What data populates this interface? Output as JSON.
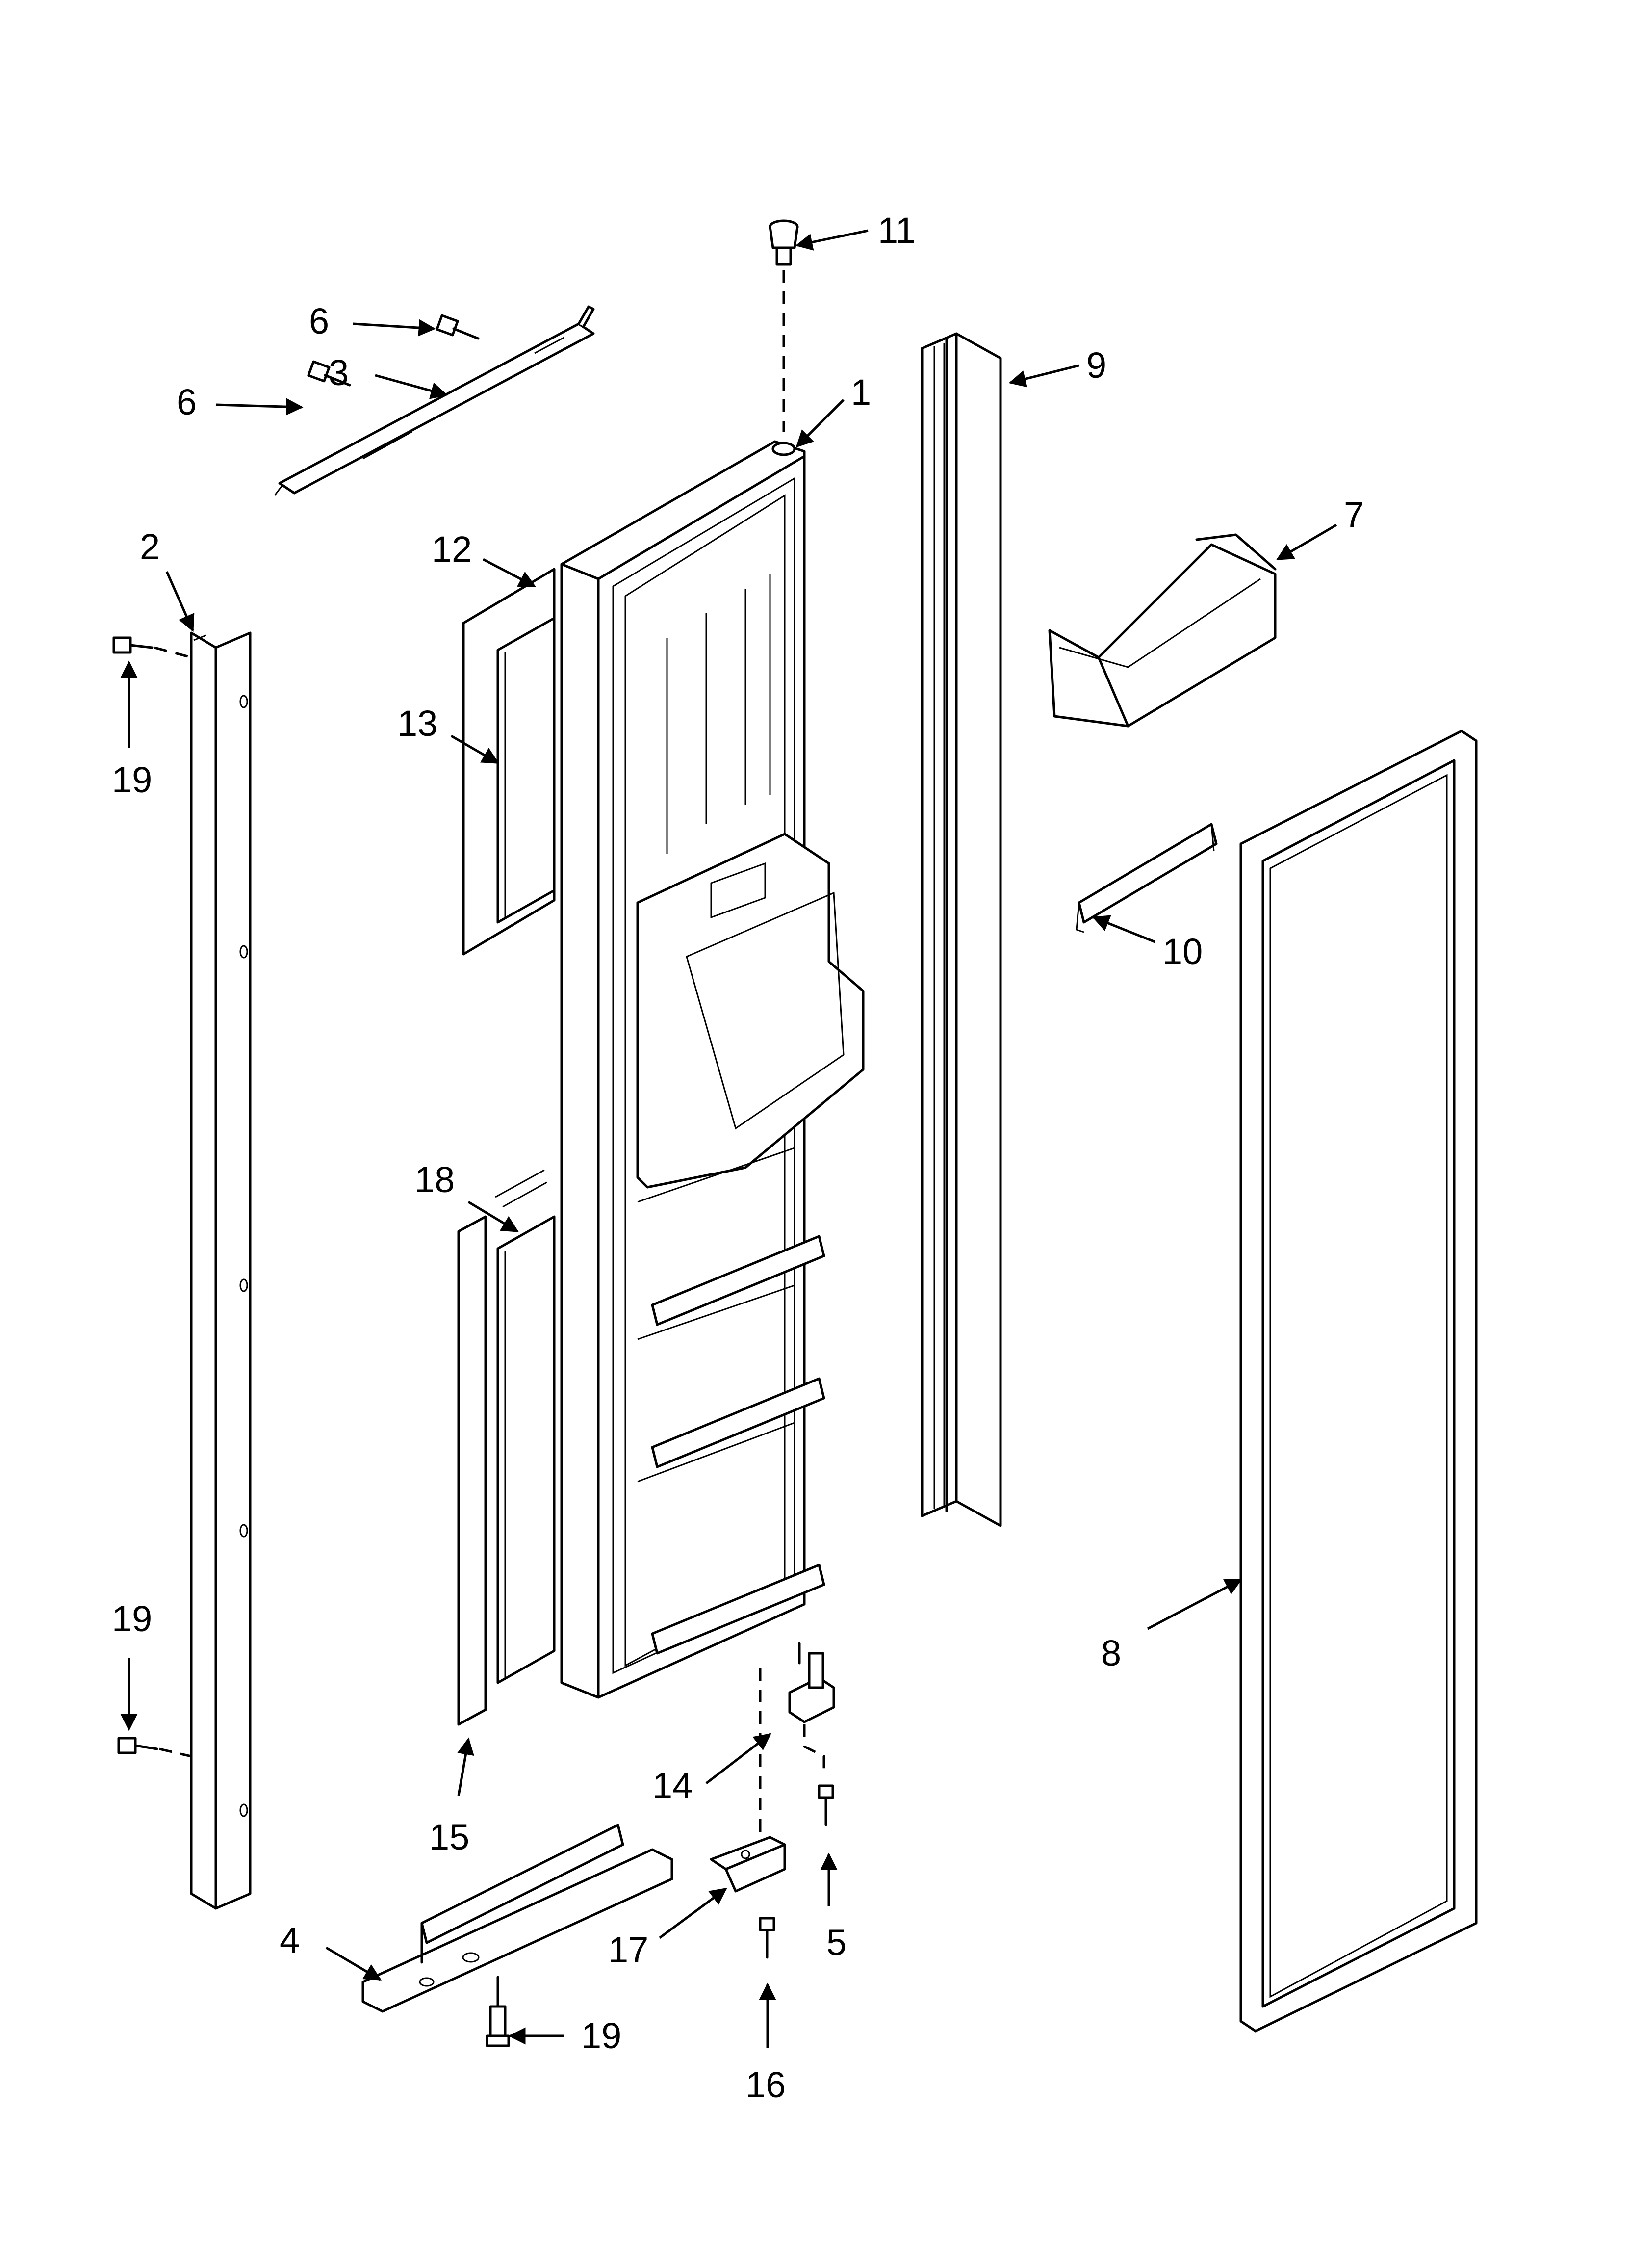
{
  "callouts": {
    "c1": "1",
    "c2": "2",
    "c3": "3",
    "c4": "4",
    "c5": "5",
    "c6a": "6",
    "c6b": "6",
    "c7": "7",
    "c8": "8",
    "c9": "9",
    "c10": "10",
    "c11": "11",
    "c12": "12",
    "c13": "13",
    "c14": "14",
    "c15": "15",
    "c16": "16",
    "c17": "17",
    "c18": "18",
    "c19a": "19",
    "c19b": "19",
    "c19c": "19"
  }
}
